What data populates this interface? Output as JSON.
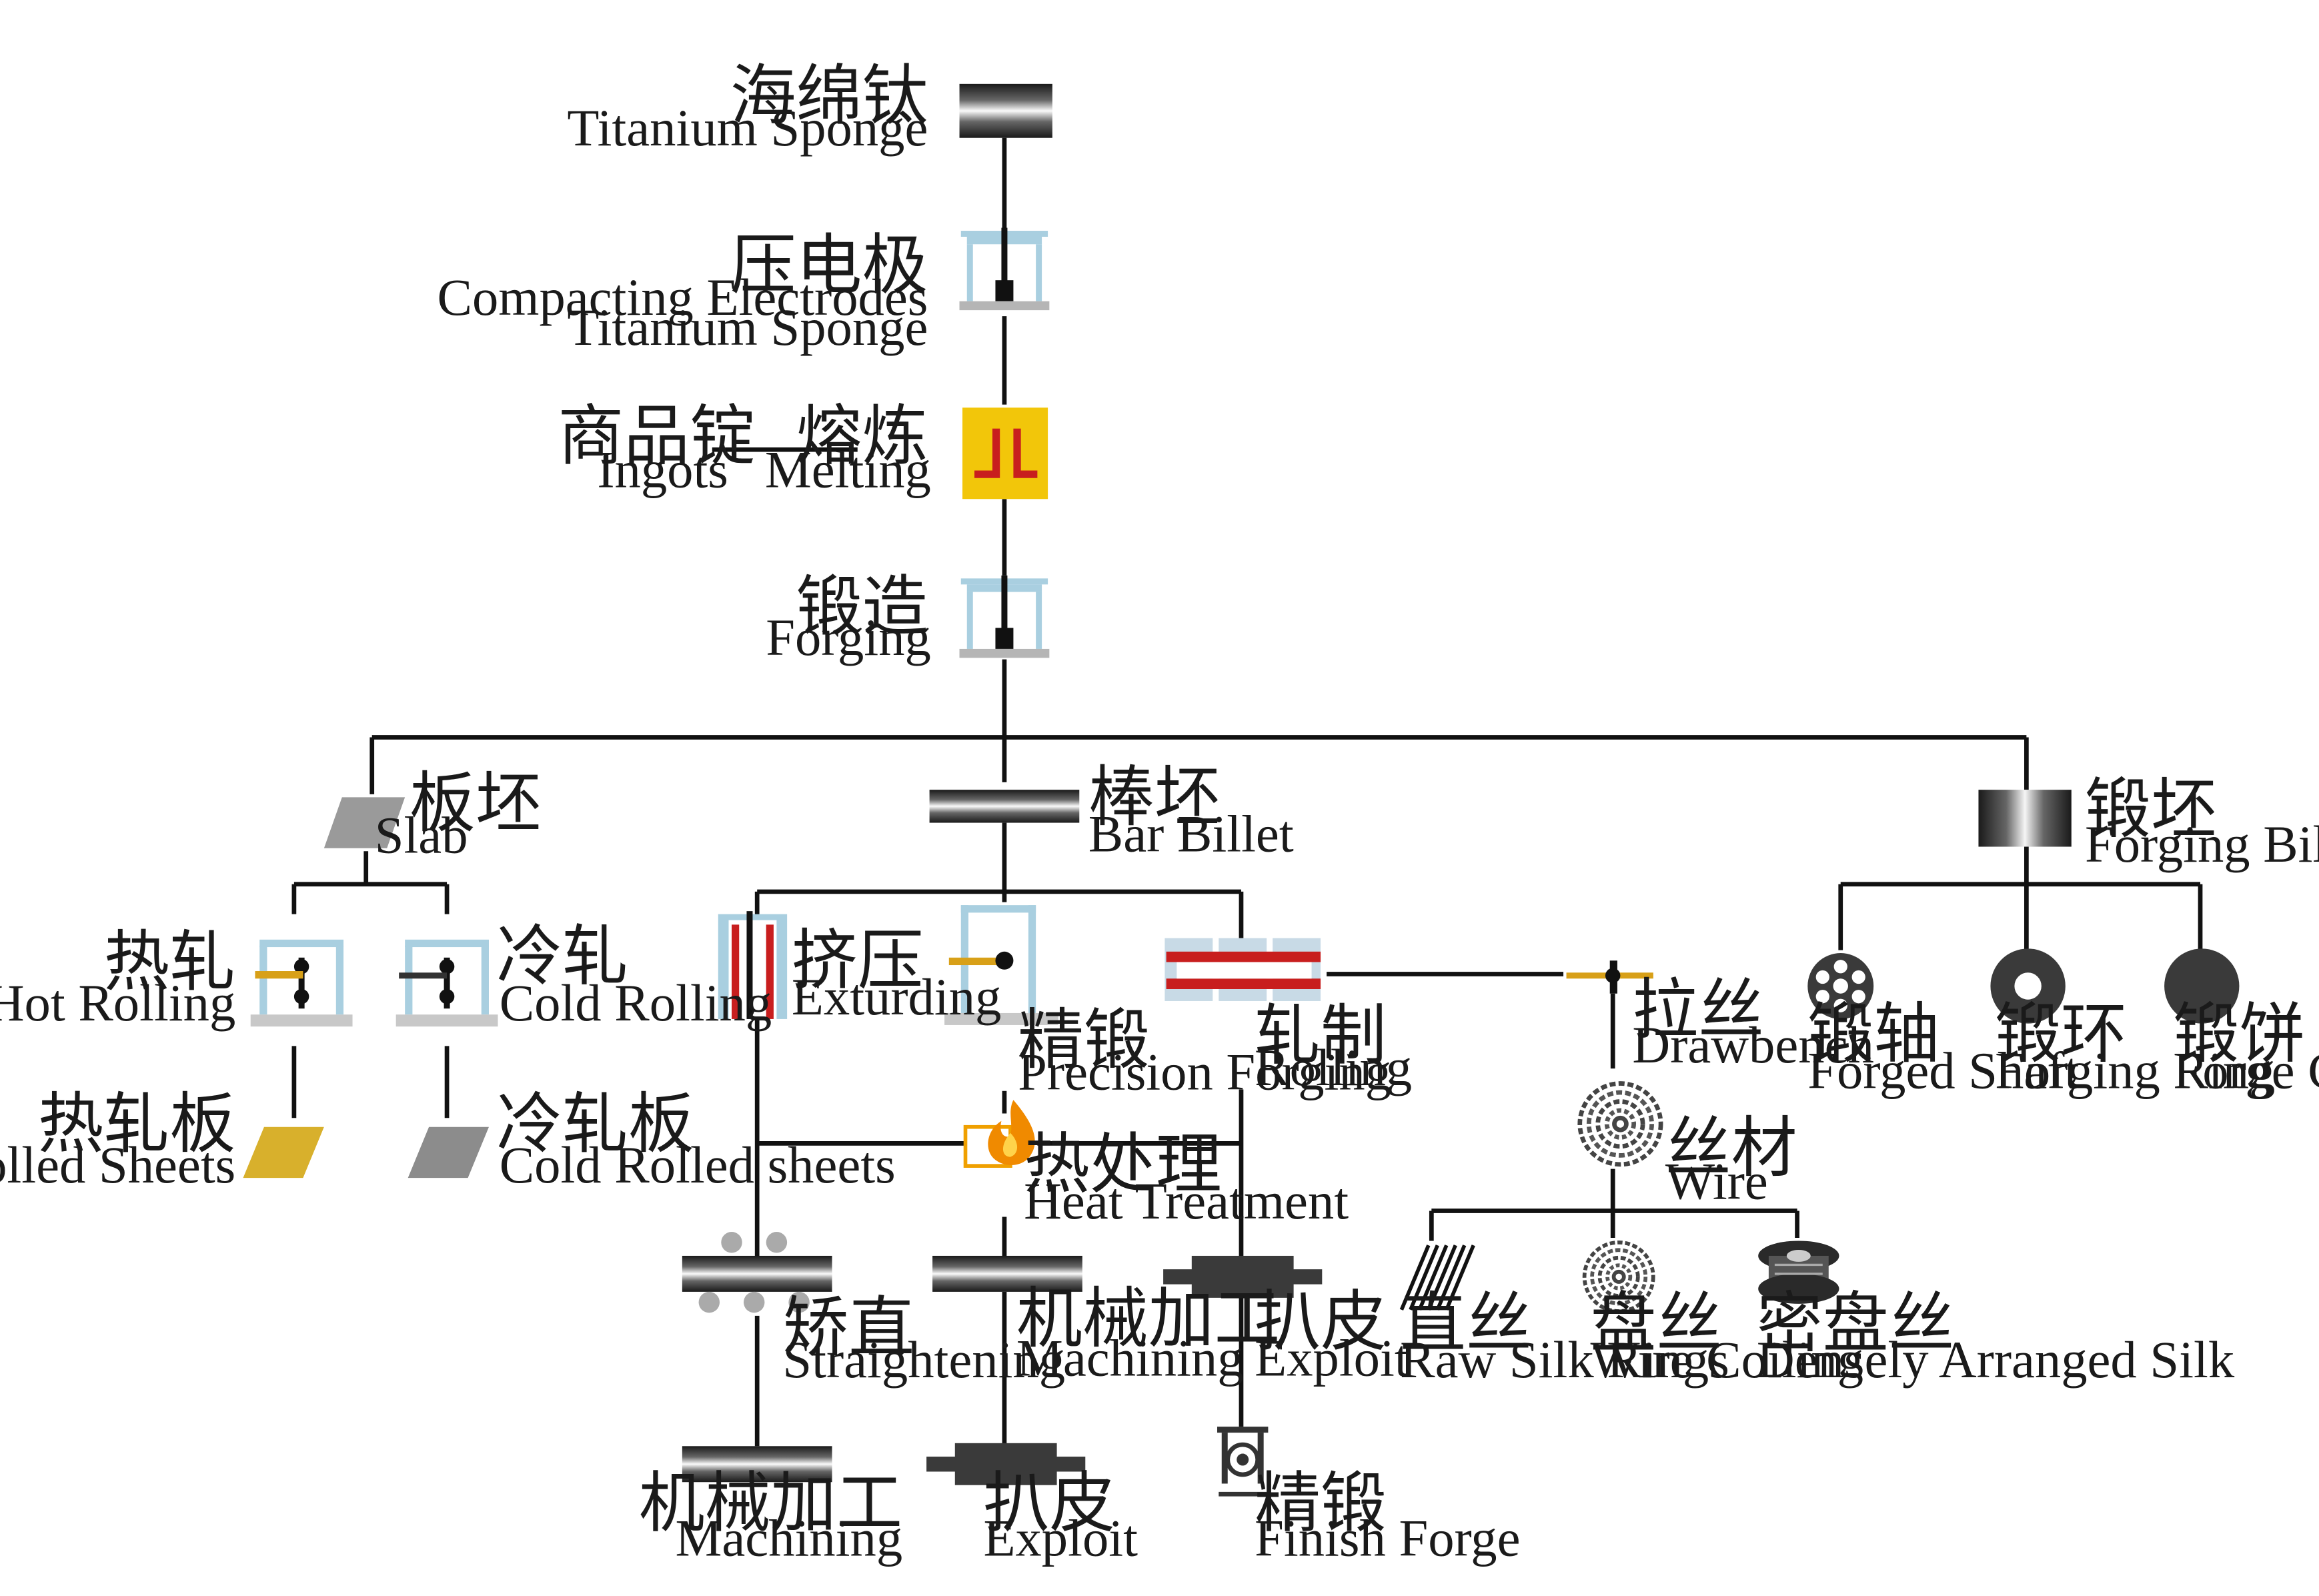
{
  "colors": {
    "line": "#111111",
    "frame": "#a9cfe0",
    "base": "#cfcfcf",
    "gold": "#d8b02c",
    "red": "#c81e1e",
    "dark": "#3a3a3a",
    "yellow": "#f2c60a",
    "orange": "#f08a00"
  },
  "nodes": {
    "sponge": {
      "cn": "海绵钛",
      "en": "Titanium Sponge",
      "icon": "titanium-bar-icon"
    },
    "electrodes": {
      "cn": "压电极",
      "en": "Compacting Electrodes",
      "en2": "Titanium Sponge",
      "icon": "press-icon"
    },
    "melting": {
      "cn": "熔炼",
      "en": "Melting",
      "icon": "furnace-icon"
    },
    "ingots": {
      "cn": "商品锭",
      "en": "Ingots"
    },
    "forging": {
      "cn": "锻造",
      "en": "Forging",
      "icon": "press-icon"
    },
    "slab": {
      "cn": "板坯",
      "en": "Slab",
      "icon": "slab-icon"
    },
    "hot_rolling": {
      "cn": "热轧",
      "en": "Hot Rolling",
      "icon": "rolling-mill-icon"
    },
    "cold_rolling": {
      "cn": "冷轧",
      "en": "Cold Rolling",
      "icon": "rolling-mill-icon"
    },
    "hot_sheets": {
      "cn": "热轧板",
      "en": "Hot Rolled Sheets",
      "icon": "sheet-icon"
    },
    "cold_sheets": {
      "cn": "冷轧板",
      "en": "Cold Rolled sheets",
      "icon": "sheet-icon"
    },
    "bar_billet": {
      "cn": "棒坯",
      "en": "Bar Billet",
      "icon": "bar-icon"
    },
    "extruding": {
      "cn": "挤压",
      "en": "Exturding",
      "icon": "extrusion-icon"
    },
    "precision_forging": {
      "cn": "精锻",
      "en": "Precision Forging",
      "icon": "press-icon"
    },
    "rolling": {
      "cn": "轧制",
      "en": "Rolling",
      "icon": "roll-pass-icon"
    },
    "heat_treatment": {
      "cn": "热处理",
      "en": "Heat Treatment",
      "icon": "flame-icon"
    },
    "straightening": {
      "cn": "矫直",
      "en": "Straightening",
      "icon": "straightener-icon"
    },
    "machining_mid": {
      "cn": "机械加工",
      "en": "Machining",
      "icon": "bar-icon"
    },
    "exploit_right": {
      "cn": "扒皮",
      "en": "Exploit",
      "icon": "peeled-bar-icon"
    },
    "machining_bottom": {
      "cn": "机械加工",
      "en": "Machining",
      "icon": "bar-icon"
    },
    "exploit_bottom": {
      "cn": "扒皮",
      "en": "Exploit",
      "icon": "peeled-bar-icon"
    },
    "finish_forge": {
      "cn": "精锻",
      "en": "Finish Forge",
      "icon": "hammer-icon"
    },
    "drawbench": {
      "cn": "拉丝",
      "en": "Drawbench",
      "icon": "die-icon"
    },
    "wire": {
      "cn": "丝材",
      "en": "Wire",
      "icon": "coil-icon"
    },
    "raw_silk": {
      "cn": "直丝",
      "en": "Raw Silk Rings",
      "icon": "straight-wire-icon"
    },
    "wire_coiling": {
      "cn": "盘丝",
      "en": "Wire Coiling",
      "icon": "coil-icon"
    },
    "dense_silk": {
      "cn": "密盘丝",
      "en": "Densely Arranged Silk",
      "icon": "spool-icon"
    },
    "forging_bills": {
      "cn": "锻坯",
      "en": "Forging Bills",
      "icon": "billet-icon"
    },
    "forged_shaft": {
      "cn": "锻轴",
      "en": "Forged Shaft",
      "icon": "shaft-section-icon"
    },
    "forging_ring": {
      "cn": "锻环",
      "en": "Forging Ring",
      "icon": "ring-icon"
    },
    "forge_cake": {
      "cn": "锻饼",
      "en": "Forge Cake",
      "icon": "disc-icon"
    }
  }
}
